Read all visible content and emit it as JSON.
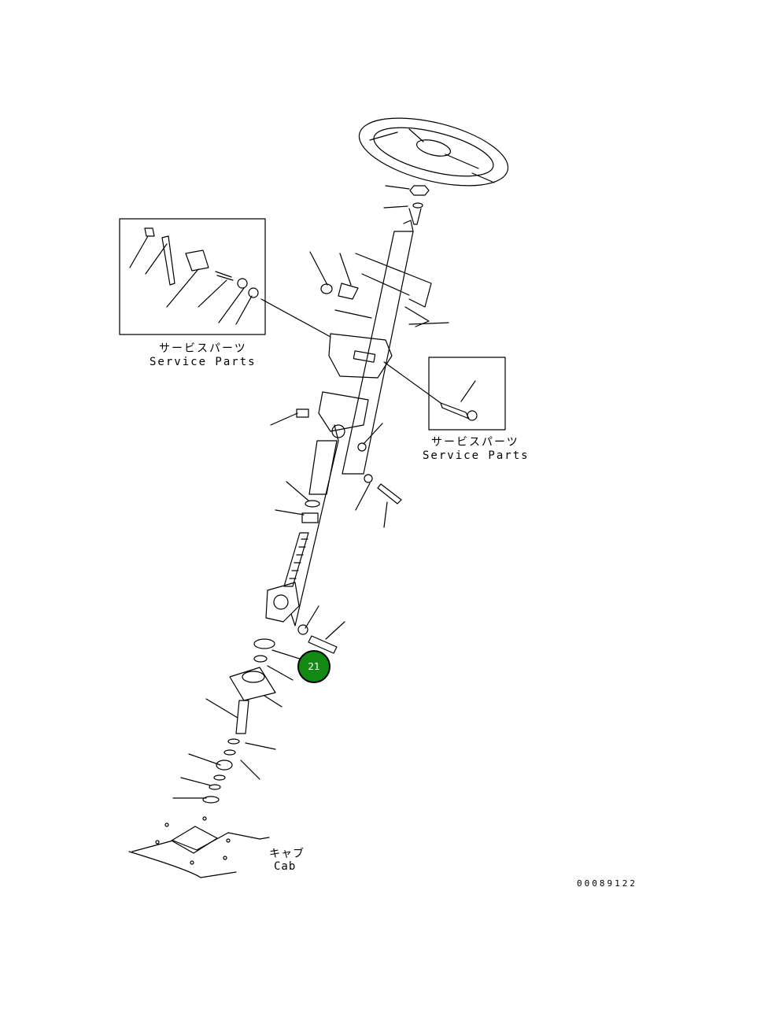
{
  "service_parts_box_1": {
    "label_jp": "サービスパーツ",
    "label_en": "Service Parts"
  },
  "service_parts_box_2": {
    "label_jp": "サービスパーツ",
    "label_en": "Service Parts"
  },
  "cab_label": {
    "jp": "キャブ",
    "en": "Cab"
  },
  "drawing_number": "00089122",
  "callouts": [
    {
      "number": "21",
      "color": "#138a13"
    }
  ]
}
